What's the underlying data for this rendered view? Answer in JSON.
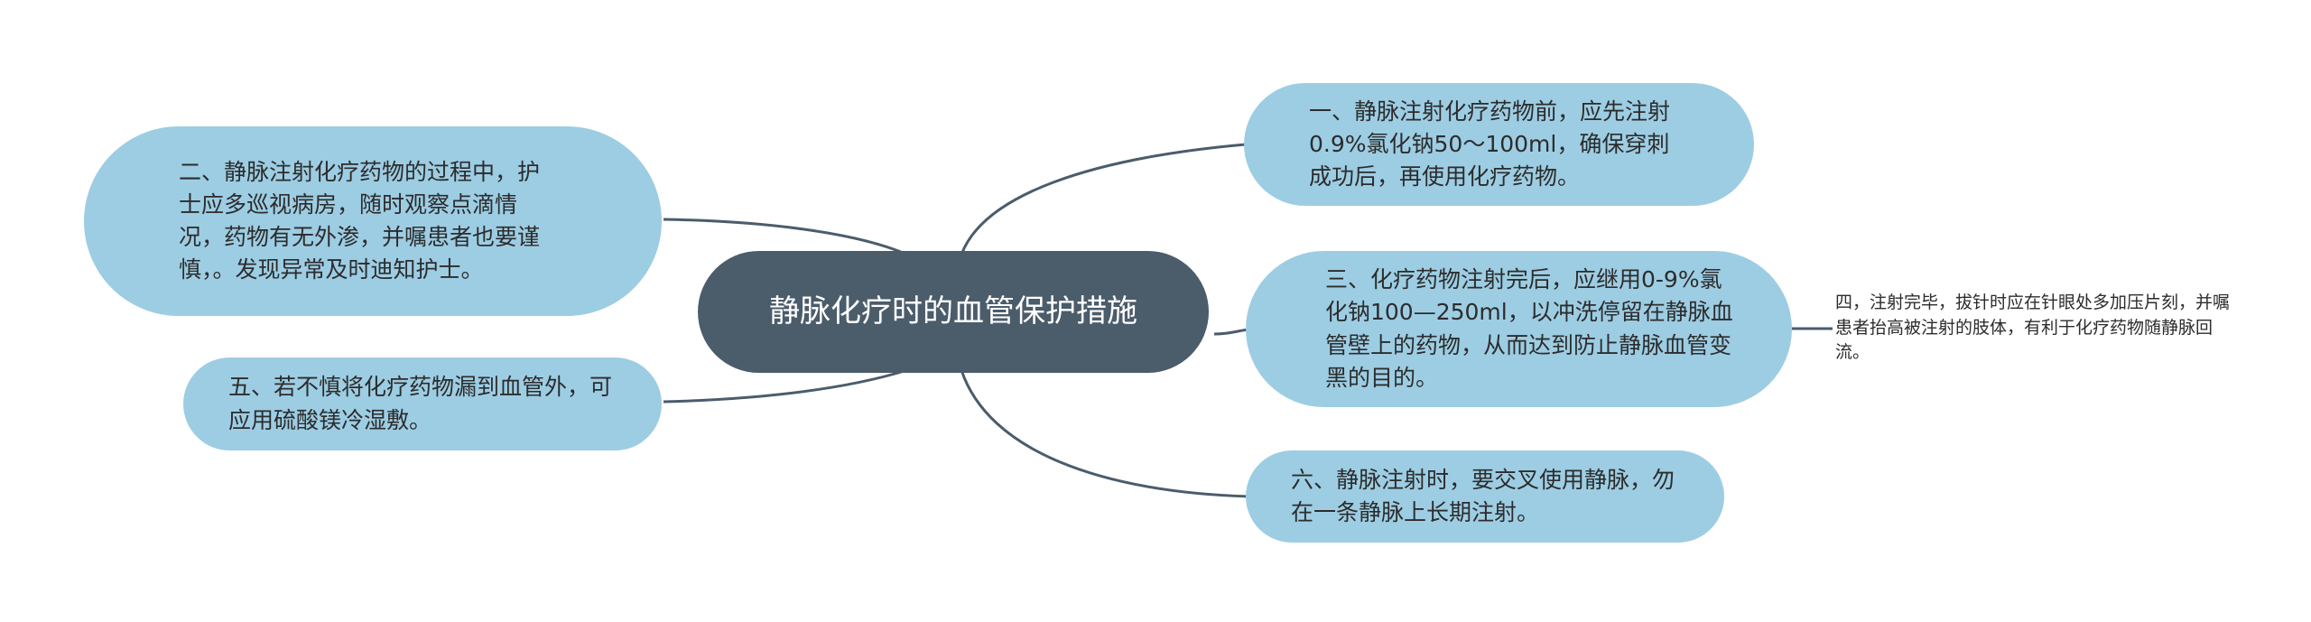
{
  "center": {
    "text": "静脉化疗时的血管保护措施"
  },
  "branches": {
    "b1": "一、静脉注射化疗药物前，应先注射0.9%氯化钠50～100ml，确保穿刺成功后，再使用化疗药物。",
    "b2": "二、静脉注射化疗药物的过程中，护士应多巡视病房，随时观察点滴情况，药物有无外渗，并嘱患者也要谨慎，。发现异常及时迪知护士。",
    "b3": "三、化疗药物注射完后，应继用0-9%氯化钠100—250ml，以冲洗停留在静脉血管壁上的药物，从而达到防止静脉血管变黑的目的。",
    "b3_child": "四，注射完毕，拔针时应在针眼处多加压片刻，并嘱患者抬高被注射的肢体，有利于化疗药物随静脉回流。",
    "b5": "五、若不慎将化疗药物漏到血管外，可应用硫酸镁冷湿敷。",
    "b6": "六、静脉注射时，要交叉使用静脉，勿在一条静脉上长期注射。"
  },
  "colors": {
    "center_fill": "#4b5c6b",
    "branch_fill": "#9dcde3",
    "line": "#4b5c6b"
  }
}
